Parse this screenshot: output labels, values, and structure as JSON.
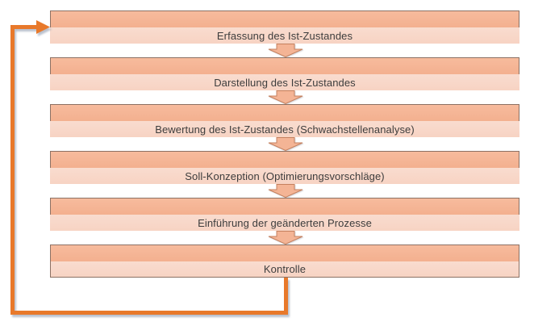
{
  "diagram": {
    "type": "process-flow",
    "language": "de",
    "steps": [
      {
        "label": "Erfassung des Ist-Zustandes"
      },
      {
        "label": "Darstellung des Ist-Zustandes"
      },
      {
        "label": "Bewertung des Ist-Zustandes (Schwachstellenanalyse)"
      },
      {
        "label": "Soll-Konzeption (Optimierungsvorschläge)"
      },
      {
        "label": "Einführung der geänderten Prozesse"
      },
      {
        "label": "Kontrolle"
      }
    ],
    "connectors": {
      "between_steps": "down-block-arrow",
      "feedback_loop": "from Kontrolle back to Erfassung des Ist-Zustandes"
    },
    "colors": {
      "band_dark_hi": "#f7bb9d",
      "band_dark_lo": "#f3b08f",
      "band_light_hi": "#f9dccf",
      "band_light_lo": "#f7d3c3",
      "box_border": "#8c7164",
      "arrow_fill": "#f4b495",
      "arrow_outline": "#c5815f",
      "loop_line": "#e8792b",
      "text": "#3d3d3d"
    }
  }
}
